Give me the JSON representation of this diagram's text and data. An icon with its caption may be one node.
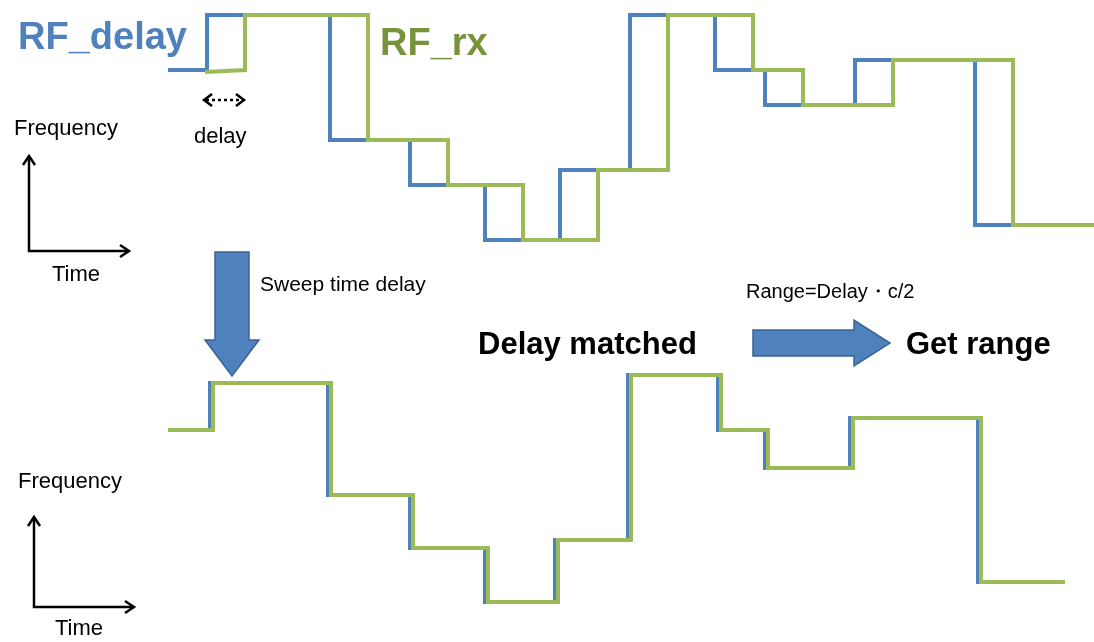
{
  "diagram": {
    "nodes": [
      {
        "text": [],
        "shape": "waveform"
      },
      {
        "text": [],
        "shape": "waveform"
      },
      {
        "text": [
          "Delay matched"
        ]
      },
      {
        "text": [
          "Get range"
        ]
      }
    ],
    "edges": [
      {
        "from": 0,
        "to": 1,
        "arrow": "to",
        "label": "Sweep time delay",
        "style": "thick"
      },
      {
        "from": 2,
        "to": 3,
        "arrow": "to",
        "label": "Range=Delay・c/2",
        "style": "thick"
      }
    ],
    "labels": [
      "RF_delay",
      "RF_rx",
      "Frequency",
      "delay",
      "Time",
      "Frequency",
      "Time"
    ]
  }
}
